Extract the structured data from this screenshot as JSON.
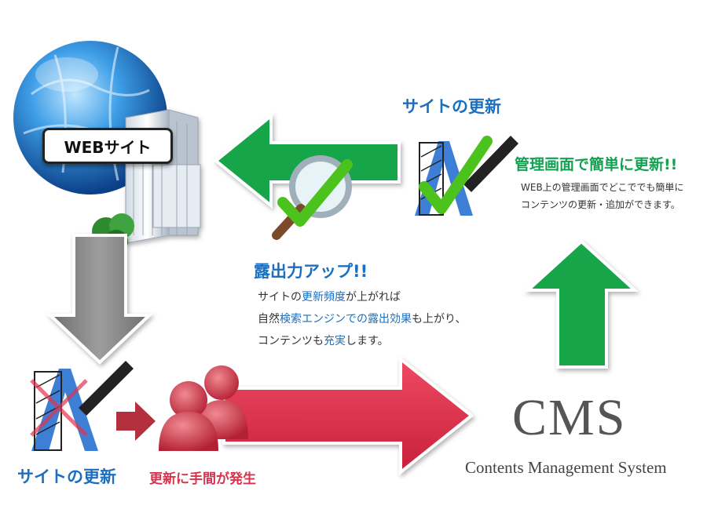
{
  "web_site": {
    "label": "WEBサイト"
  },
  "top_update": {
    "title": "サイトの更新",
    "headline": "管理画面で簡単に更新!!",
    "description_lines": [
      "WEB上の管理画面でどこででも簡単に",
      "コンテンツの更新・追加ができます。"
    ]
  },
  "exposure": {
    "title": "露出力アップ!!",
    "line1_a": "サイトの",
    "line1_hl": "更新頻度",
    "line1_b": "が上がれば",
    "line2_a": "自然",
    "line2_hl": "検索エンジンでの露出効果",
    "line2_b": "も上がり、",
    "line3_a": "コンテンツも",
    "line3_hl": "充実",
    "line3_b": "します。"
  },
  "bottom_update": {
    "title": "サイトの更新",
    "hassle": "更新に手間が発生"
  },
  "cms": {
    "logo": "CMS",
    "subtitle": "Contents Management System"
  },
  "colors": {
    "green_arrow": "#16a54a",
    "red_arrow": "#e0334f",
    "gray_arrow": "#8a8a8a",
    "blue_text": "#1a6fc0",
    "green_text": "#12a150",
    "red_text": "#d8324e"
  }
}
